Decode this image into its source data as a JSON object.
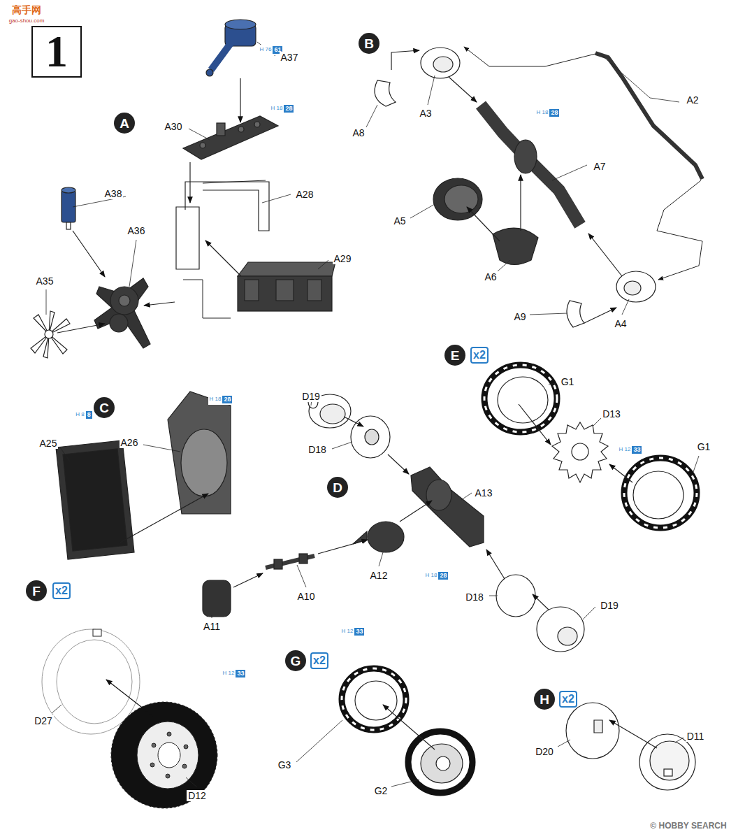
{
  "diagram": {
    "nodes": [
      {
        "text": [
          "1"
        ]
      },
      {
        "text": [
          "A"
        ]
      },
      {
        "text": [
          "B"
        ]
      },
      {
        "text": [
          "C"
        ]
      },
      {
        "text": [
          "D"
        ]
      },
      {
        "text": [
          "E"
        ]
      },
      {
        "text": [
          "x2"
        ]
      },
      {
        "text": [
          "F"
        ]
      },
      {
        "text": [
          "x2"
        ]
      },
      {
        "text": [
          "G"
        ]
      },
      {
        "text": [
          "x2"
        ]
      },
      {
        "text": [
          "H"
        ]
      },
      {
        "text": [
          "x2"
        ]
      },
      {
        "text": [
          "H 76",
          "61"
        ]
      },
      {
        "text": [
          "H 18",
          "28"
        ]
      },
      {
        "text": [
          "H 8",
          "8"
        ]
      },
      {
        "text": [
          "H 18",
          "28"
        ]
      },
      {
        "text": [
          "H 18",
          "28"
        ]
      },
      {
        "text": [
          "H 18",
          "28"
        ]
      },
      {
        "text": [
          "H 12",
          "33"
        ]
      },
      {
        "text": [
          "H 12",
          "33"
        ]
      },
      {
        "text": [
          "H 12",
          "33"
        ]
      }
    ],
    "labels": [
      "高手网",
      "gao-shou.com",
      "A37",
      "A30",
      "A38",
      "A28",
      "A36",
      "A29",
      "A35",
      "A2",
      "A8",
      "A3",
      "A7",
      "A5",
      "A6",
      "A9",
      "A4",
      "D19",
      "D13",
      "G1",
      "D18",
      "G1",
      "A25",
      "A26",
      "A13",
      "A12",
      "A10",
      "A11",
      "D18",
      "D19",
      "D27",
      "D12",
      "G3",
      "G2",
      "D20",
      "D11",
      "© HOBBY SEARCH"
    ]
  }
}
